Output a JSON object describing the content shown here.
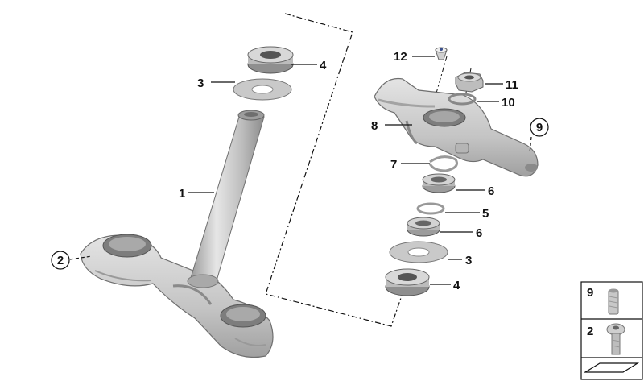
{
  "callouts": [
    {
      "id": "c1",
      "label": "1"
    },
    {
      "id": "c2",
      "label": "2"
    },
    {
      "id": "c3a",
      "label": "3"
    },
    {
      "id": "c4a",
      "label": "4"
    },
    {
      "id": "c12",
      "label": "12"
    },
    {
      "id": "c11",
      "label": "11"
    },
    {
      "id": "c10",
      "label": "10"
    },
    {
      "id": "c8",
      "label": "8"
    },
    {
      "id": "c9",
      "label": "9"
    },
    {
      "id": "c7",
      "label": "7"
    },
    {
      "id": "c6a",
      "label": "6"
    },
    {
      "id": "c5",
      "label": "5"
    },
    {
      "id": "c6b",
      "label": "6"
    },
    {
      "id": "c3b",
      "label": "3"
    },
    {
      "id": "c4b",
      "label": "4"
    }
  ],
  "legend": {
    "items": [
      {
        "label": "9",
        "icon": "grub-screw-icon"
      },
      {
        "label": "2",
        "icon": "button-head-screw-icon"
      }
    ]
  },
  "colors": {
    "metal_light": "#d9d9d9",
    "metal_mid": "#b8b8b8",
    "metal_dark": "#8a8a8a",
    "line": "#111111"
  }
}
